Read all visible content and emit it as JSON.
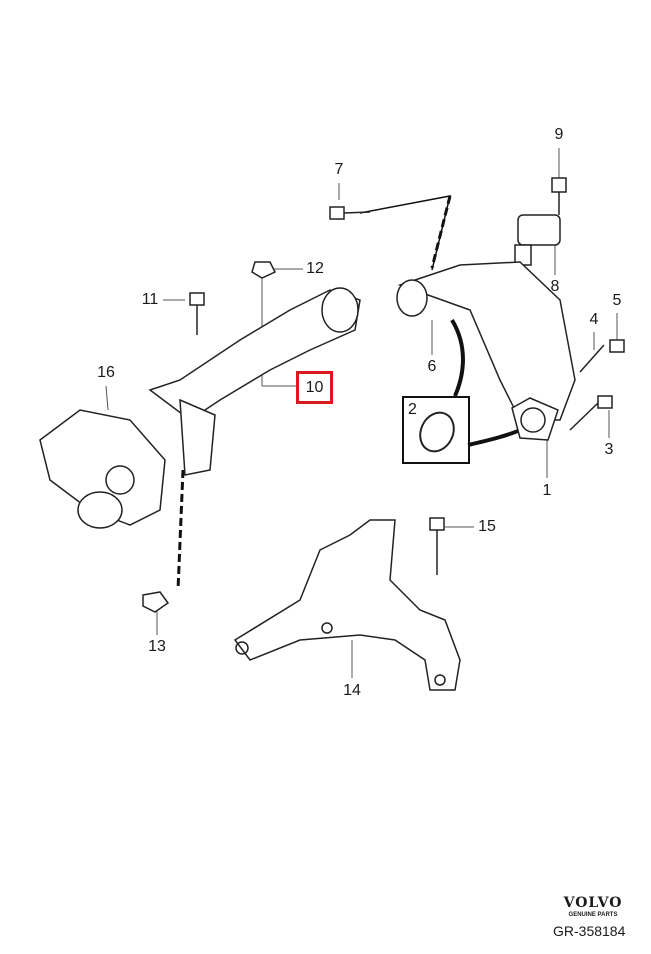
{
  "diagram": {
    "callouts": {
      "c1": "1",
      "c3": "3",
      "c4": "4",
      "c5": "5",
      "c6": "6",
      "c7": "7",
      "c8": "8",
      "c9": "9",
      "c11": "11",
      "c12": "12",
      "c13": "13",
      "c14": "14",
      "c15": "15",
      "c16": "16"
    },
    "highlighted_part": "10",
    "inset_part": "2",
    "highlight_color": "#d8191e"
  },
  "footer": {
    "brand": "VOLVO",
    "tagline": "GENUINE PARTS",
    "reference": "GR-358184"
  }
}
